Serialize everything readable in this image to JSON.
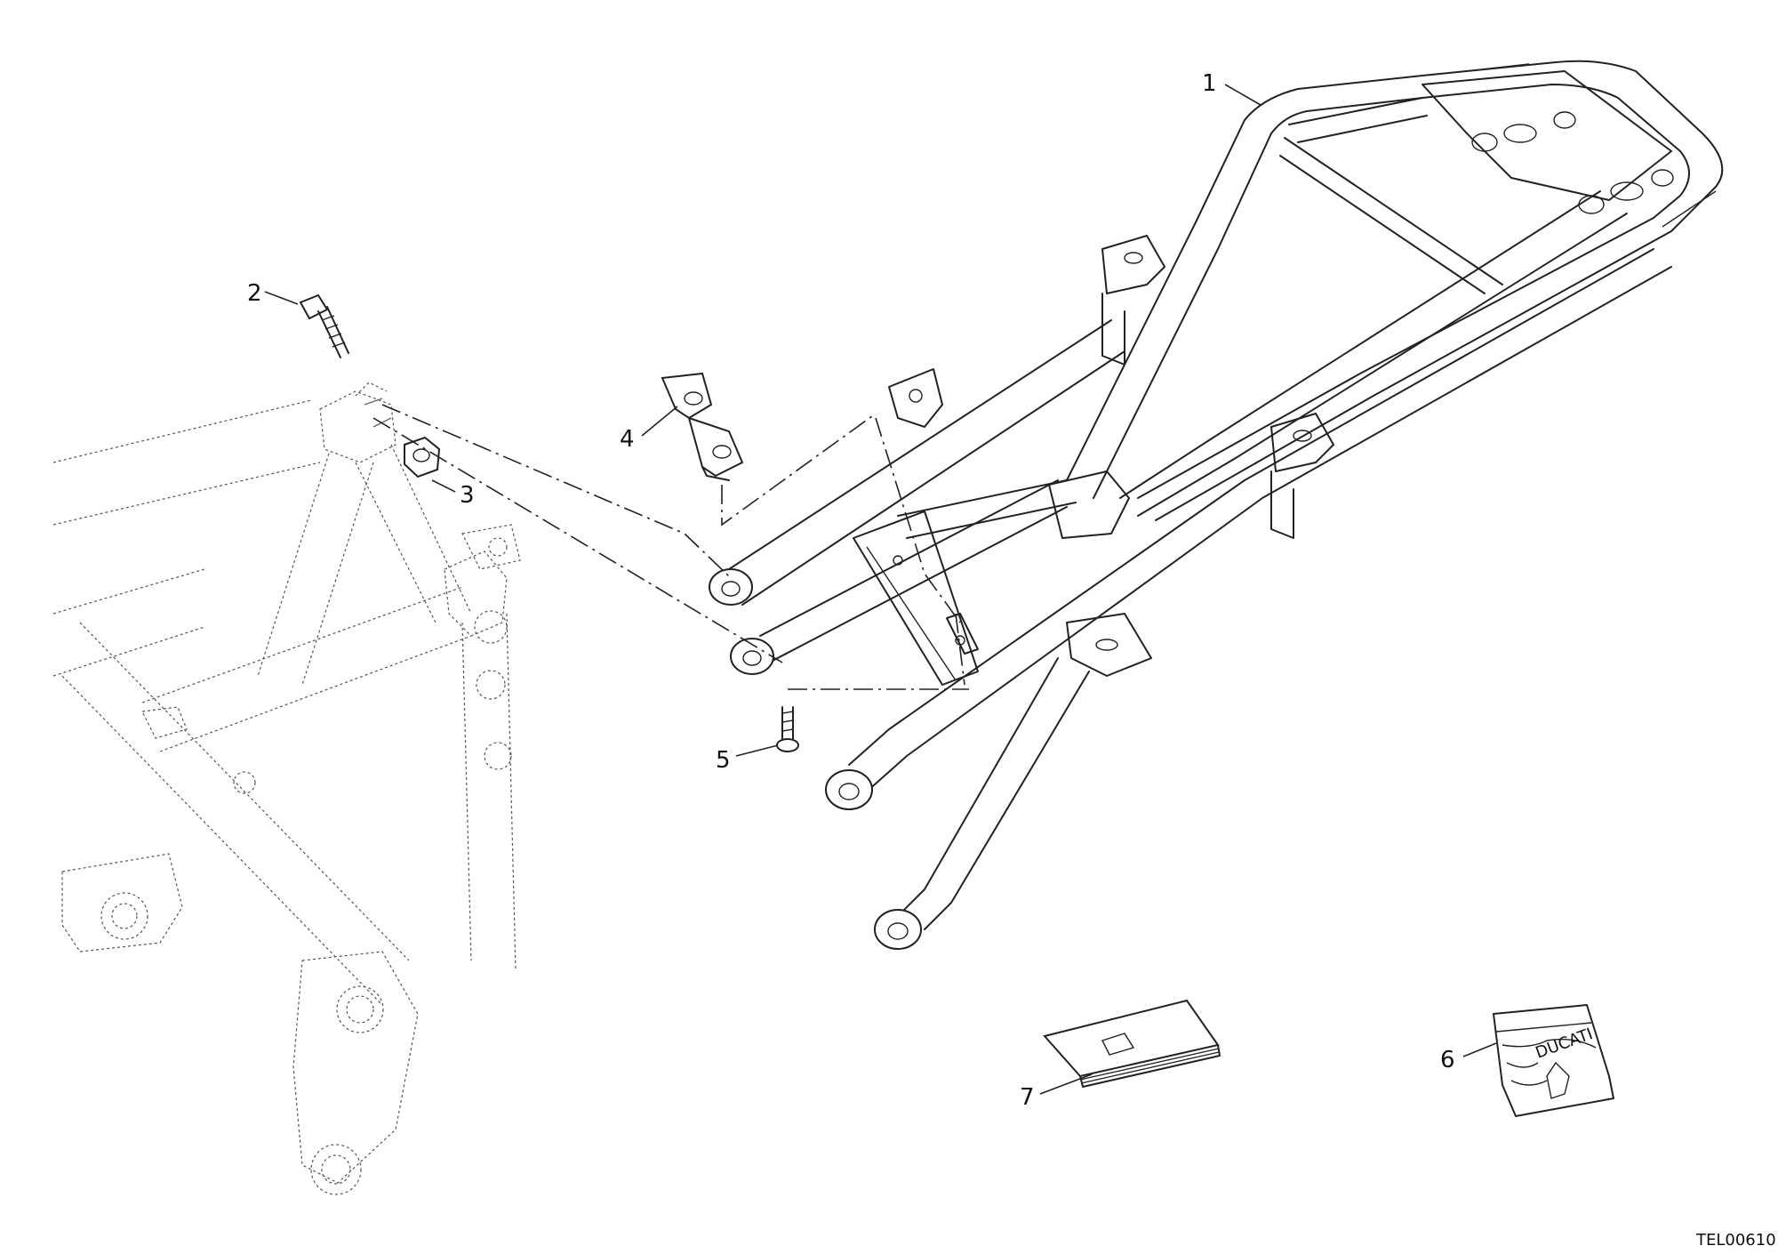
{
  "callouts": [
    {
      "id": "1",
      "label": "1"
    },
    {
      "id": "2",
      "label": "2"
    },
    {
      "id": "3",
      "label": "3"
    },
    {
      "id": "4",
      "label": "4"
    },
    {
      "id": "5",
      "label": "5"
    },
    {
      "id": "6",
      "label": "6"
    },
    {
      "id": "7",
      "label": "7"
    }
  ],
  "drawing_code": "TEL00610",
  "pouch_logo": "DUCATI"
}
